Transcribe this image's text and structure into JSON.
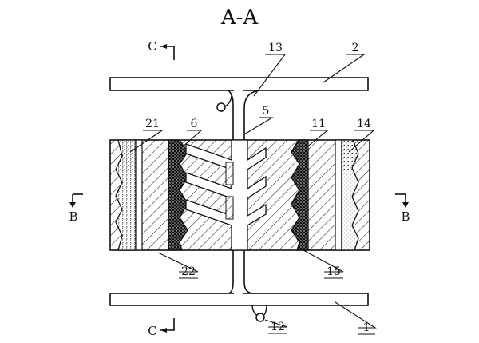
{
  "section_title": "A-A",
  "section_markers": {
    "c_top": "C",
    "c_bottom": "C",
    "b_left": "B",
    "b_right": "B"
  },
  "callouts": [
    "1",
    "2",
    "5",
    "6",
    "11",
    "12",
    "13",
    "14",
    "15",
    "21",
    "22"
  ]
}
